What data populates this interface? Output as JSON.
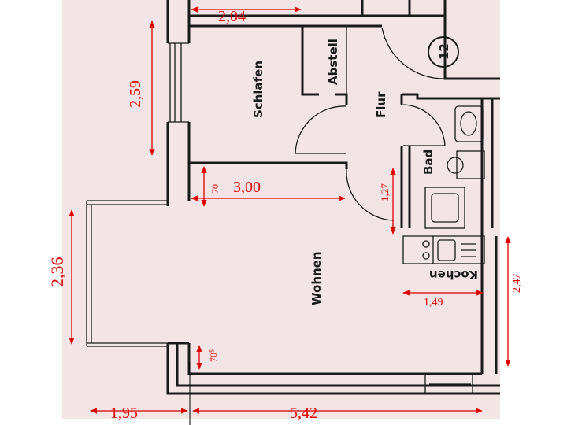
{
  "plan": {
    "colors": {
      "paper": "#f3e5e5",
      "walls": "#1a1a1a",
      "dimensions": "#e00000"
    },
    "rooms": {
      "schlafen": "Schlafen",
      "abstell": "Abstell",
      "flur": "Flur",
      "bad": "Bad",
      "wohnen": "Wohnen",
      "kochen": "Kochen",
      "unit_number": "12"
    },
    "dimensions": {
      "top_width": "2,04",
      "schlafen_height": "2,59",
      "wohnen_width": "3,00",
      "wohnen_offset": "70",
      "flur_door": "1,27",
      "balcony_height": "2,36",
      "kochen_width": "1,49",
      "right_height": "2,47",
      "corner_offset": "70⁵",
      "balcony_width": "1,95",
      "total_width": "5,42"
    }
  }
}
